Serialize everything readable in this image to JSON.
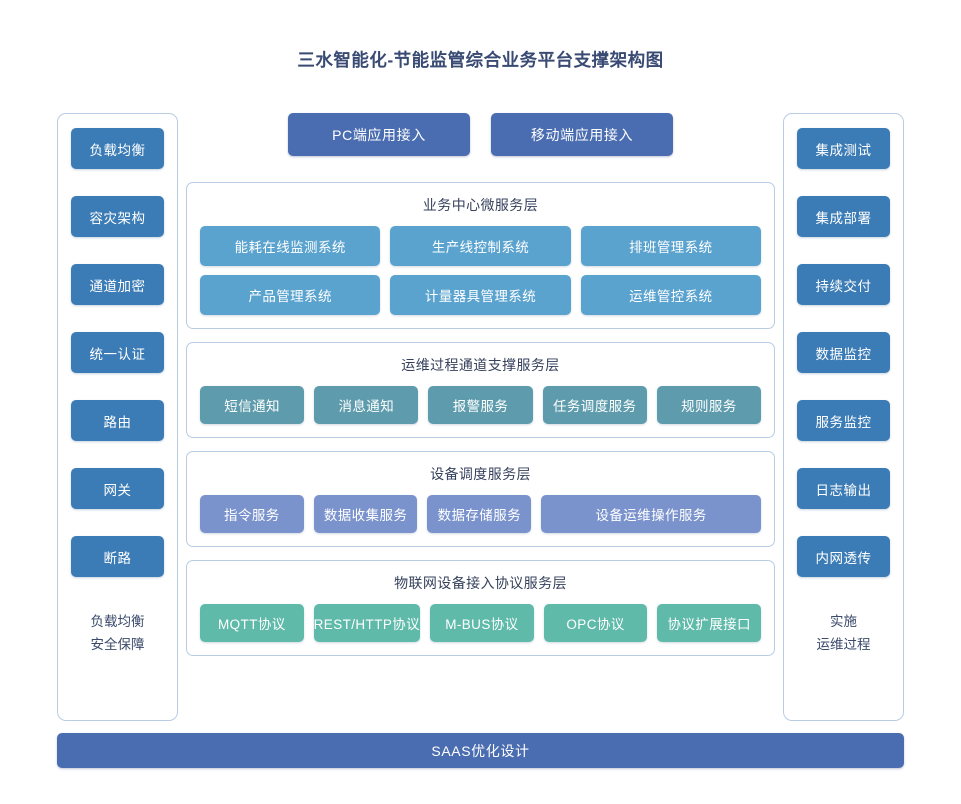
{
  "title": "三水智能化-节能监管综合业务平台支撑架构图",
  "colors": {
    "pillar_button": "#3c7cb6",
    "access_button": "#4a6cb0",
    "business_chip": "#5ba3cf",
    "ops_chip": "#5e9cad",
    "device_chip": "#7b93cc",
    "protocol_chip": "#5fbaa9",
    "panel_border": "#b8cde4",
    "title_text": "#394a73"
  },
  "left_pillar": {
    "items": [
      {
        "label": "负载均衡"
      },
      {
        "label": "容灾架构"
      },
      {
        "label": "通道加密"
      },
      {
        "label": "统一认证"
      },
      {
        "label": "路由"
      },
      {
        "label": "网关"
      },
      {
        "label": "断路"
      }
    ],
    "footer_line1": "负载均衡",
    "footer_line2": "安全保障"
  },
  "right_pillar": {
    "items": [
      {
        "label": "集成测试"
      },
      {
        "label": "集成部署"
      },
      {
        "label": "持续交付"
      },
      {
        "label": "数据监控"
      },
      {
        "label": "服务监控"
      },
      {
        "label": "日志输出"
      },
      {
        "label": "内网透传"
      }
    ],
    "footer_line1": "实施",
    "footer_line2": "运维过程"
  },
  "access_row": {
    "buttons": [
      {
        "label": "PC端应用接入"
      },
      {
        "label": "移动端应用接入"
      }
    ]
  },
  "layers": [
    {
      "id": "business",
      "title": "业务中心微服务层",
      "rows": [
        [
          {
            "label": "能耗在线监测系统"
          },
          {
            "label": "生产线控制系统"
          },
          {
            "label": "排班管理系统"
          }
        ],
        [
          {
            "label": "产品管理系统"
          },
          {
            "label": "计量器具管理系统"
          },
          {
            "label": "运维管控系统"
          }
        ]
      ]
    },
    {
      "id": "ops",
      "title": "运维过程通道支撑服务层",
      "rows": [
        [
          {
            "label": "短信通知"
          },
          {
            "label": "消息通知"
          },
          {
            "label": "报警服务"
          },
          {
            "label": "任务调度服务"
          },
          {
            "label": "规则服务"
          }
        ]
      ]
    },
    {
      "id": "device",
      "title": "设备调度服务层",
      "rows": [
        [
          {
            "label": "指令服务"
          },
          {
            "label": "数据收集服务"
          },
          {
            "label": "数据存储服务"
          },
          {
            "label": "设备运维操作服务",
            "wide": true
          }
        ]
      ]
    },
    {
      "id": "protocol",
      "title": "物联网设备接入协议服务层",
      "rows": [
        [
          {
            "label": "MQTT协议"
          },
          {
            "label": "REST/HTTP协议"
          },
          {
            "label": "M-BUS协议"
          },
          {
            "label": "OPC协议"
          },
          {
            "label": "协议扩展接口"
          }
        ]
      ]
    }
  ],
  "saas_bar": {
    "label": "SAAS优化设计"
  }
}
